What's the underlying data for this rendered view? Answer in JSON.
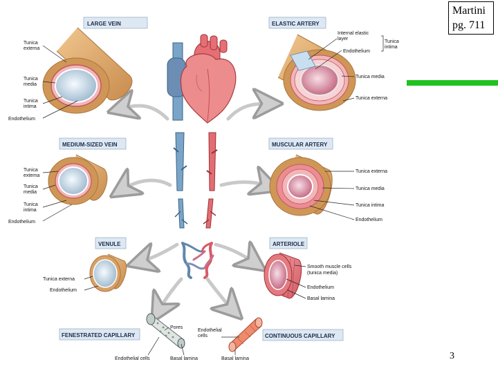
{
  "reference": {
    "line1": "Martini",
    "line2": "pg. 711"
  },
  "page_number": "3",
  "colors": {
    "accent_bar": "#1fc21f",
    "box_fill": "#dde8f3",
    "box_text": "#1b2b4a",
    "vein_blue": "#7aa5c8",
    "artery_red": "#e26d73",
    "adventitia_tan": "#d9a468"
  },
  "vessels": {
    "large_vein": {
      "title": "LARGE VEIN",
      "labels": {
        "externa": "Tunica externa",
        "media": "Tunica media",
        "intima": "Tunica intima",
        "endothelium": "Endothelium"
      }
    },
    "elastic_artery": {
      "title": "ELASTIC ARTERY",
      "labels": {
        "internal_elastic": "Internal elastic layer",
        "tunica_intima": "Tunica intima",
        "endothelium": "Endothelium",
        "media": "Tunica media",
        "externa": "Tunica externa"
      }
    },
    "medium_vein": {
      "title": "MEDIUM-SIZED VEIN",
      "labels": {
        "externa": "Tunica externa",
        "media": "Tunica media",
        "intima": "Tunica intima",
        "endothelium": "Endothelium"
      }
    },
    "muscular_artery": {
      "title": "MUSCULAR ARTERY",
      "labels": {
        "externa": "Tunica externa",
        "media": "Tunica media",
        "intima": "Tunica intima",
        "endothelium": "Endothelium"
      }
    },
    "venule": {
      "title": "VENULE",
      "labels": {
        "externa": "Tunica externa",
        "endothelium": "Endothelium"
      }
    },
    "arteriole": {
      "title": "ARTERIOLE",
      "labels": {
        "smooth_muscle": "Smooth muscle cells",
        "smooth_muscle_note": "(tunica media)",
        "endothelium": "Endothelium",
        "basal_lamina": "Basal lamina"
      }
    },
    "fenestrated_capillary": {
      "title": "FENESTRATED CAPILLARY",
      "labels": {
        "pores": "Pores",
        "endothelial_cells": "Endothelial cells",
        "basal_lamina": "Basal lamina"
      }
    },
    "continuous_capillary": {
      "title": "CONTINUOUS CAPILLARY",
      "labels": {
        "endothelial_cells": "Endothelial cells",
        "basal_lamina": "Basal lamina"
      }
    }
  }
}
